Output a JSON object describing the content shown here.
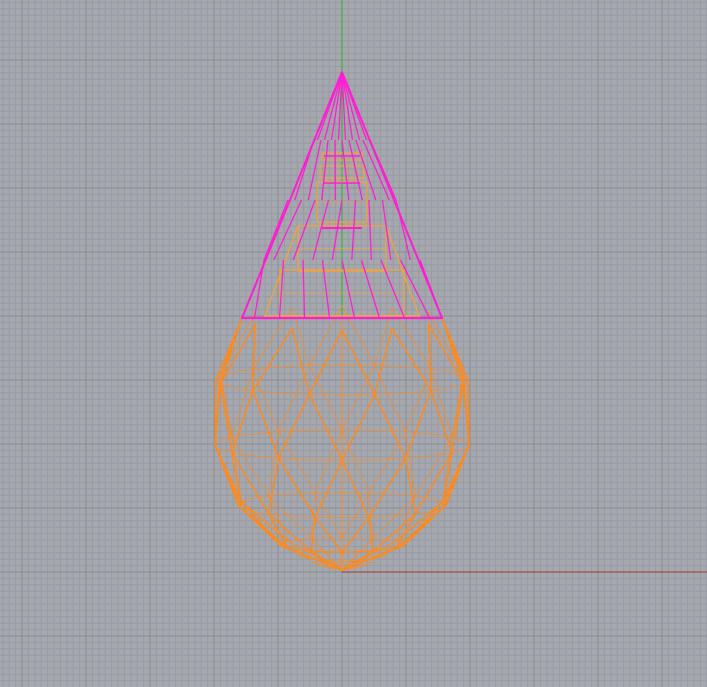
{
  "viewport": {
    "view": "front",
    "background_color": "#a5a8ae",
    "grid": {
      "visible": true,
      "minor_line_color": "#989ba2",
      "major_line_color": "#8a8d95"
    },
    "axes": {
      "y_axis_color": "#25b525",
      "x_axis_color": "#9a3a2e"
    }
  },
  "model": {
    "description_icon": "teardrop-wireframe-icon",
    "selected_color": "#ff1fd2",
    "body_color": "#ff8a1f",
    "inner_structure_color": "#f4a33a",
    "parts": [
      "selected-cone",
      "faceted-sphere",
      "inner-tiers"
    ]
  }
}
